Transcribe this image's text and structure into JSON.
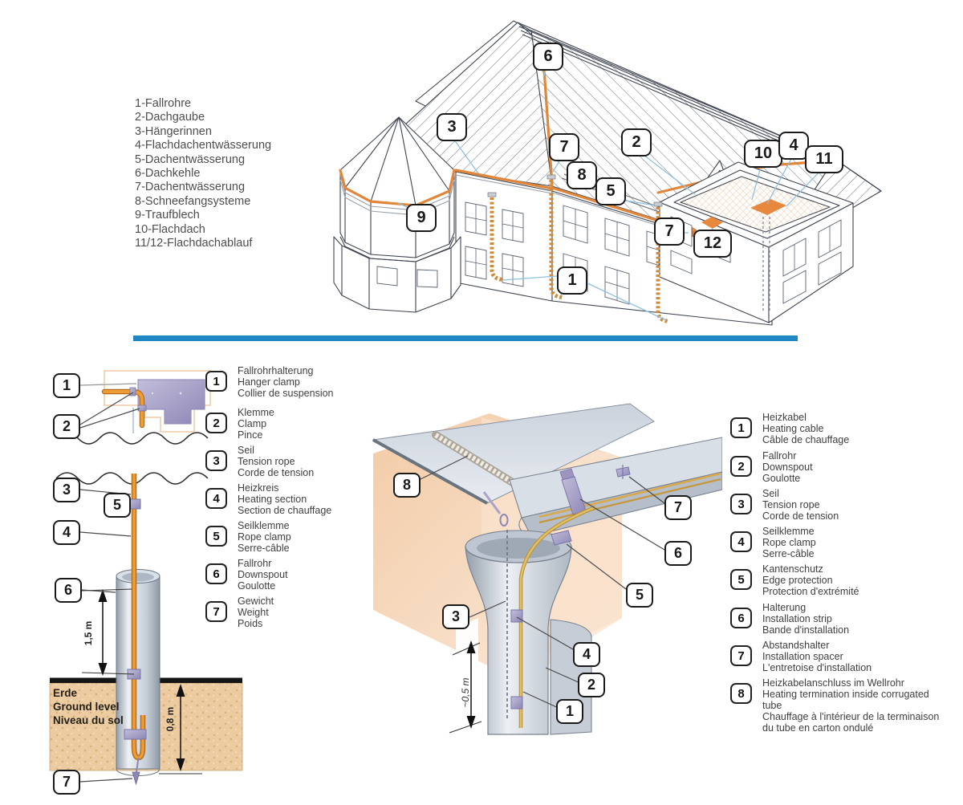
{
  "colors": {
    "accent_orange": "#E0873B",
    "divider_blue": "#1E86C3",
    "lavender": "#A9A3C9",
    "soil_tan": "#EBCB9F",
    "leader_blue": "#8FC0E2"
  },
  "roof_legend": {
    "items": [
      "1-Fallrohre",
      "2-Dachgaube",
      "3-Hängerinnen",
      "4-Flachdachentwässerung",
      "5-Dachentwässerung",
      "6-Dachkehle",
      "7-Dachentwässerung",
      "8-Schneefangsysteme",
      "9-Traufblech",
      "10-Flachdach",
      "11/12-Flachdachablauf"
    ]
  },
  "house": {
    "callouts": [
      "6",
      "3",
      "7",
      "2",
      "8",
      "5",
      "9",
      "10",
      "4",
      "11",
      "7",
      "12",
      "1"
    ]
  },
  "downspout_diagram": {
    "callouts": [
      "1",
      "2",
      "3",
      "5",
      "4",
      "6",
      "7"
    ],
    "measure_upper": "1,5 m",
    "measure_lower": "0,8 m",
    "ground_label": {
      "de": "Erde",
      "en": "Ground level",
      "fr": "Niveau du sol"
    }
  },
  "downspout_legend": {
    "items": [
      {
        "num": "1",
        "lines": [
          "Fallrohrhalterung",
          "Hanger clamp",
          "Collier de suspension"
        ]
      },
      {
        "num": "2",
        "lines": [
          "Klemme",
          "Clamp",
          "Pince"
        ]
      },
      {
        "num": "3",
        "lines": [
          "Seil",
          "Tension rope",
          "Corde de tension"
        ]
      },
      {
        "num": "4",
        "lines": [
          "Heizkreis",
          "Heating section",
          "Section de chauffage"
        ]
      },
      {
        "num": "5",
        "lines": [
          "Seilklemme",
          "Rope clamp",
          "Serre-câble"
        ]
      },
      {
        "num": "6",
        "lines": [
          "Fallrohr",
          "Downspout",
          "Goulotte"
        ]
      },
      {
        "num": "7",
        "lines": [
          "Gewicht",
          "Weight",
          "Poids"
        ]
      }
    ]
  },
  "gutter_diagram": {
    "callouts": [
      "8",
      "7",
      "6",
      "5",
      "3",
      "4",
      "2",
      "1"
    ],
    "measure": "~0,5 m"
  },
  "gutter_legend": {
    "items": [
      {
        "num": "1",
        "lines": [
          "Heizkabel",
          "Heating cable",
          "Câble de chauffage"
        ]
      },
      {
        "num": "2",
        "lines": [
          "Fallrohr",
          "Downspout",
          "Goulotte"
        ]
      },
      {
        "num": "3",
        "lines": [
          "Seil",
          "Tension rope",
          "Corde de tension"
        ]
      },
      {
        "num": "4",
        "lines": [
          "Seilklemme",
          "Rope clamp",
          "Serre-câble"
        ]
      },
      {
        "num": "5",
        "lines": [
          "Kantenschutz",
          "Edge protection",
          "Protection d'extrémité"
        ]
      },
      {
        "num": "6",
        "lines": [
          "Halterung",
          "Installation strip",
          "Bande d'installation"
        ]
      },
      {
        "num": "7",
        "lines": [
          "Abstandshalter",
          "Installation spacer",
          "L'entretoise d'installation"
        ]
      },
      {
        "num": "8",
        "lines": [
          "Heizkabelanschluss im Wellrohr",
          "Heating termination inside corrugated tube",
          "Chauffage à l'intérieur de la terminaison du tube en carton ondulé"
        ]
      }
    ]
  }
}
